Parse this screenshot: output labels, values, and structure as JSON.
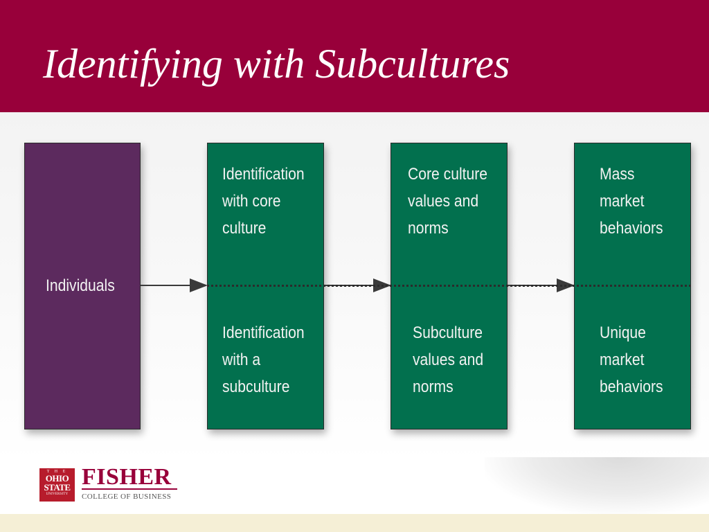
{
  "slide": {
    "title": "Identifying with Subcultures"
  },
  "diagram": {
    "individuals": "Individuals",
    "identification": {
      "core": "Identification\nwith core\nculture",
      "sub": "Identification\nwith a\nsubculture"
    },
    "values": {
      "core": "Core culture\nvalues and\nnorms",
      "sub": "Subculture\nvalues and\nnorms"
    },
    "behaviors": {
      "core": "Mass\nmarket\nbehaviors",
      "sub": "Unique\nmarket\nbehaviors"
    },
    "colors": {
      "individuals_box": "#5c2a5e",
      "step_boxes": "#02704e"
    }
  },
  "branding": {
    "seal_top": "T H E",
    "seal_line1": "OHIO",
    "seal_line2": "STATE",
    "seal_bottom": "UNIVERSITY",
    "name": "FISHER",
    "subtitle": "COLLEGE OF BUSINESS",
    "title_bar_color": "#98003a"
  }
}
